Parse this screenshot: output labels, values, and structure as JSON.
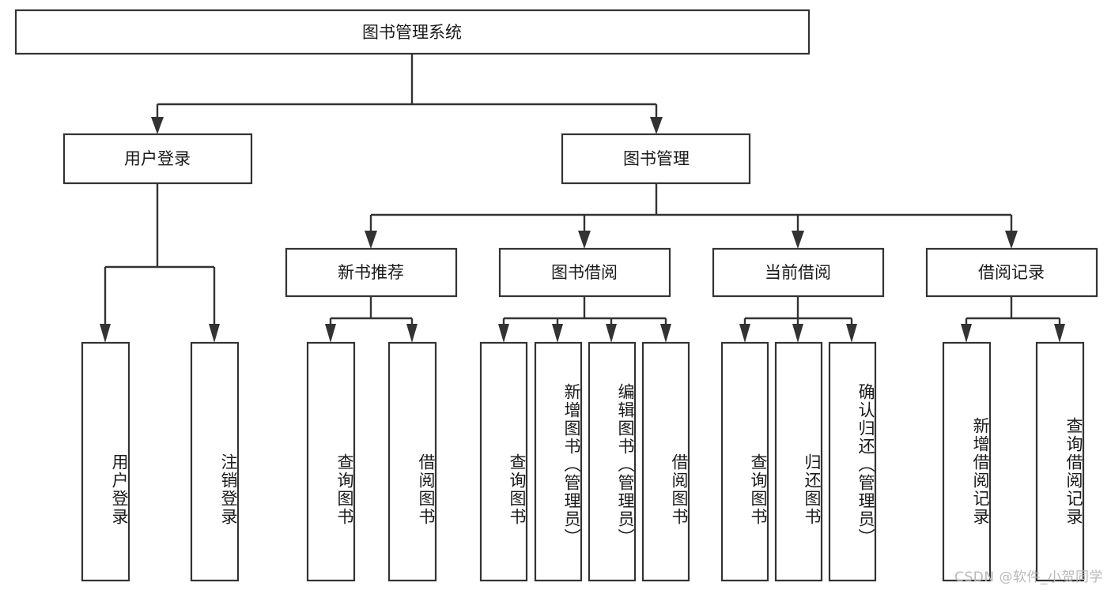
{
  "diagram": {
    "type": "tree",
    "title": "图书管理系统",
    "watermark": "CSDN @软件_小贺同学",
    "root": {
      "id": "root",
      "label": "图书管理系统"
    },
    "level2": [
      {
        "id": "user-login",
        "label": "用户登录"
      },
      {
        "id": "book-manage",
        "label": "图书管理"
      }
    ],
    "level3": [
      {
        "id": "new-book-recommend",
        "label": "新书推荐",
        "parent": "book-manage"
      },
      {
        "id": "book-borrow",
        "label": "图书借阅",
        "parent": "book-manage"
      },
      {
        "id": "current-borrow",
        "label": "当前借阅",
        "parent": "book-manage"
      },
      {
        "id": "borrow-record",
        "label": "借阅记录",
        "parent": "book-manage"
      }
    ],
    "leaves": {
      "user-login": [
        {
          "id": "leaf-user-login",
          "label": "用户登录"
        },
        {
          "id": "leaf-user-logout",
          "label": "注销登录"
        }
      ],
      "new-book-recommend": [
        {
          "id": "leaf-query-book-1",
          "label": "查询图书"
        },
        {
          "id": "leaf-borrow-book-1",
          "label": "借阅图书"
        }
      ],
      "book-borrow": [
        {
          "id": "leaf-query-book-2",
          "label": "查询图书"
        },
        {
          "id": "leaf-add-book",
          "label": "新增图书（管理员）"
        },
        {
          "id": "leaf-edit-book",
          "label": "编辑图书（管理员）"
        },
        {
          "id": "leaf-borrow-book-2",
          "label": "借阅图书"
        }
      ],
      "current-borrow": [
        {
          "id": "leaf-query-book-3",
          "label": "查询图书"
        },
        {
          "id": "leaf-return-book",
          "label": "归还图书"
        },
        {
          "id": "leaf-confirm-return",
          "label": "确认归还（管理员）"
        }
      ],
      "borrow-record": [
        {
          "id": "leaf-add-record",
          "label": "新增借阅记录"
        },
        {
          "id": "leaf-query-record",
          "label": "查询借阅记录"
        }
      ]
    },
    "colors": {
      "stroke": "#333333",
      "box_fill": "#ffffff",
      "text": "#1a1a1a",
      "background": "#ffffff",
      "watermark": "#b9b9b9"
    }
  }
}
